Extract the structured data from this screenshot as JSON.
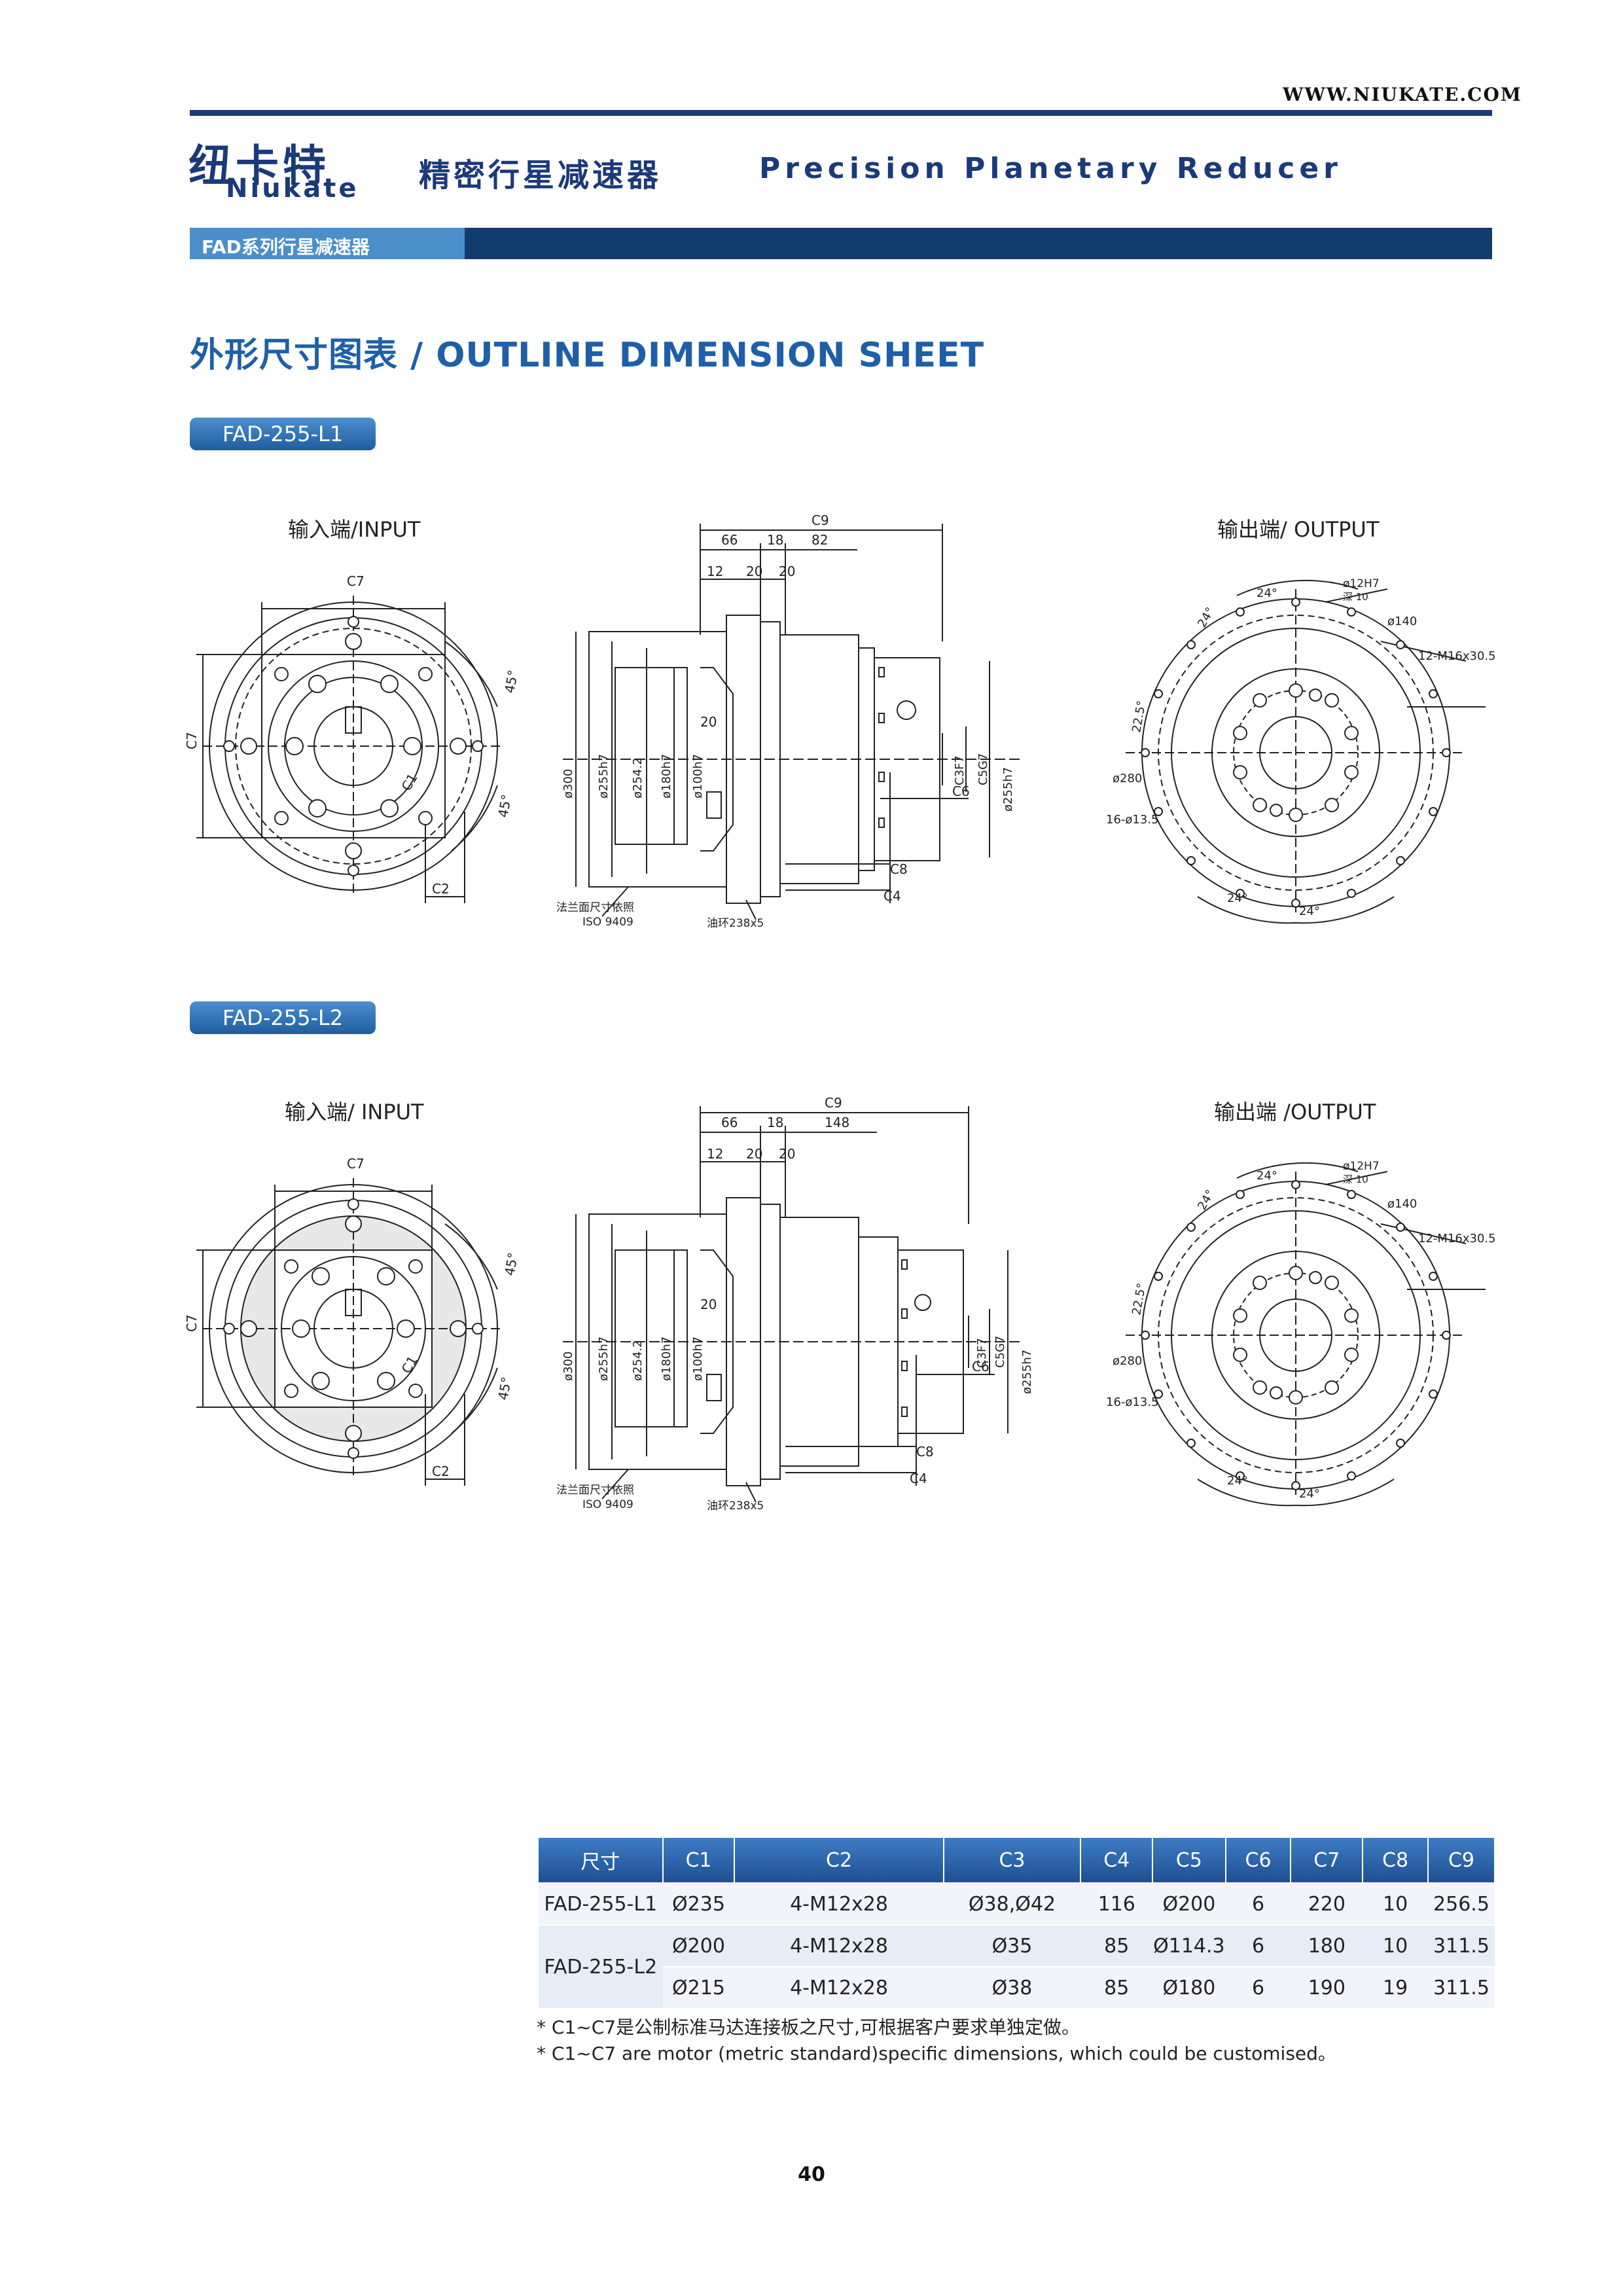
{
  "header": {
    "url": "WWW.NIUKATE.COM",
    "logo_cn": "纽卡特",
    "logo_en": "Niukate",
    "subtitle_cn": "精密行星减速器",
    "subtitle_en": "Precision Planetary Reducer",
    "section_label": "FAD系列行星减速器"
  },
  "title": "外形尺寸图表 / OUTLINE DIMENSION SHEET",
  "colors": {
    "brand": "#1b3a7a",
    "accent": "#1e5fa8",
    "tag": "#2f6fb3",
    "table_header": "#2e63a8"
  },
  "models": [
    {
      "tag": "FAD-255-L1",
      "input_label": "输入端/INPUT",
      "output_label": "输出端/ OUTPUT",
      "side": {
        "c9": "C9",
        "d66": "66",
        "d18": "18",
        "d82": "82",
        "d12": "12",
        "d20a": "20",
        "d20b": "20",
        "d20c": "20",
        "dia300": "ø300",
        "dia255": "ø255h7",
        "dia254": "ø254.2",
        "dia180": "ø180h7",
        "dia100": "ø100h7",
        "c3": "C3F7",
        "c5": "C5G7",
        "dia255b": "ø255h7",
        "c6": "C6",
        "c8": "C8",
        "c4": "C4",
        "flange1": "法兰面尺寸依照",
        "flange2": "ISO 9409",
        "oil": "油环238x5"
      },
      "input": {
        "c7a": "C7",
        "c7b": "C7",
        "c1": "C1",
        "c2": "C2",
        "a45a": "45°",
        "a45b": "45°"
      },
      "output": {
        "a24a": "24°",
        "a24b": "24°",
        "a24c": "24°",
        "a24d": "24°",
        "a225": "22.5°",
        "d12": "ø12H7",
        "deep": "深 10",
        "d140": "ø140",
        "thread": "12-M16x30.5",
        "d280": "ø280",
        "holes": "16-ø13.5"
      }
    },
    {
      "tag": "FAD-255-L2",
      "input_label": "输入端/ INPUT",
      "output_label": "输出端 /OUTPUT",
      "side": {
        "c9": "C9",
        "d66": "66",
        "d18": "18",
        "d82": "148",
        "d12": "12",
        "d20a": "20",
        "d20b": "20",
        "d20c": "20",
        "dia300": "ø300",
        "dia255": "ø255h7",
        "dia254": "ø254.2",
        "dia180": "ø180h7",
        "dia100": "ø100h7",
        "c3": "C3F7",
        "c5": "C5G7",
        "dia255b": "ø255h7",
        "c6": "C6",
        "c8": "C8",
        "c4": "C4",
        "flange1": "法兰面尺寸依照",
        "flange2": "ISO 9409",
        "oil": "油环238x5"
      },
      "input": {
        "c7a": "C7",
        "c7b": "C7",
        "c1": "C1",
        "c2": "C2",
        "a45a": "45°",
        "a45b": "45°"
      },
      "output": {
        "a24a": "24°",
        "a24b": "24°",
        "a24c": "24°",
        "a24d": "24°",
        "a225": "22.5°",
        "d12": "ø12H7",
        "deep": "深 10",
        "d140": "ø140",
        "thread": "12-M16x30.5",
        "d280": "ø280",
        "holes": "16-ø13.5"
      }
    }
  ],
  "table": {
    "headers": [
      "尺寸",
      "C1",
      "C2",
      "C3",
      "C4",
      "C5",
      "C6",
      "C7",
      "C8",
      "C9"
    ],
    "rows": [
      {
        "model": "FAD-255-L1",
        "cells": [
          "Ø235",
          "4-M12x28",
          "Ø38,Ø42",
          "116",
          "Ø200",
          "6",
          "220",
          "10",
          "256.5"
        ]
      },
      {
        "model": "FAD-255-L2",
        "cells": [
          "Ø200",
          "4-M12x28",
          "Ø35",
          "85",
          "Ø114.3",
          "6",
          "180",
          "10",
          "311.5"
        ]
      },
      {
        "model": "",
        "cells": [
          "Ø215",
          "4-M12x28",
          "Ø38",
          "85",
          "Ø180",
          "6",
          "190",
          "19",
          "311.5"
        ]
      }
    ]
  },
  "notes": [
    "* C1~C7是公制标准马达连接板之尺寸,可根据客户要求单独定做。",
    "* C1~C7 are motor (metric standard)specific dimensions, which could be customised。"
  ],
  "page_number": "40"
}
